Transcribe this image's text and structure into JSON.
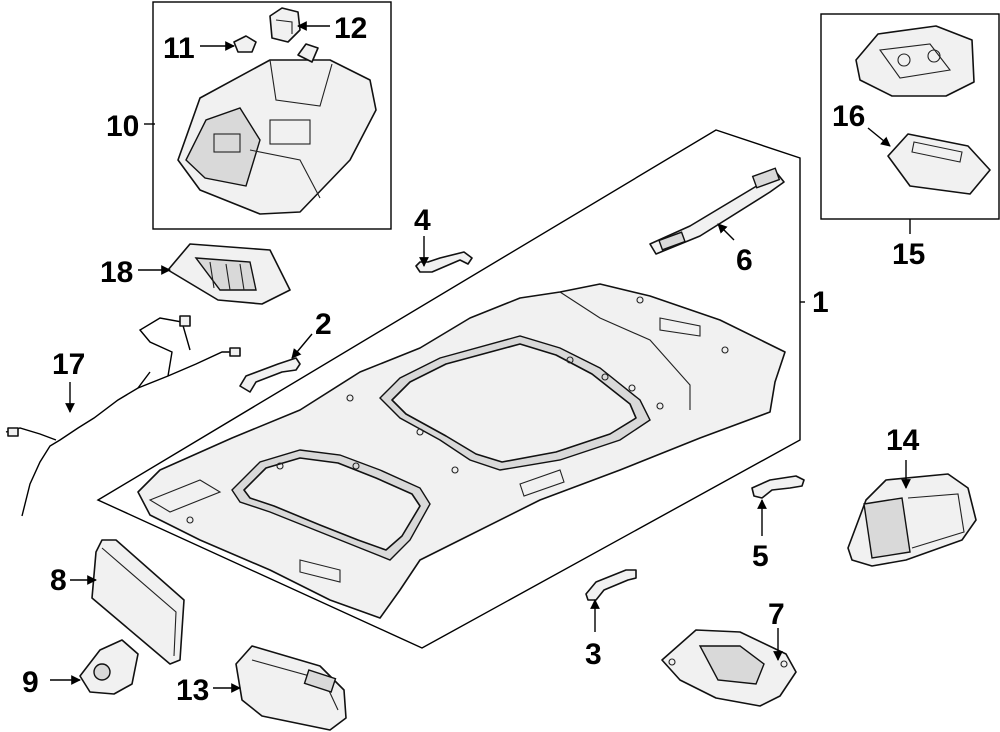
{
  "callouts": {
    "c1": "1",
    "c2": "2",
    "c3": "3",
    "c4": "4",
    "c5": "5",
    "c6": "6",
    "c7": "7",
    "c8": "8",
    "c9": "9",
    "c10": "10",
    "c11": "11",
    "c12": "12",
    "c13": "13",
    "c14": "14",
    "c15": "15",
    "c16": "16",
    "c17": "17",
    "c18": "18"
  },
  "colors": {
    "line": "#111111",
    "part_fill": "#f1f1f1",
    "shade": "#d9d9d9",
    "background": "#ffffff"
  }
}
